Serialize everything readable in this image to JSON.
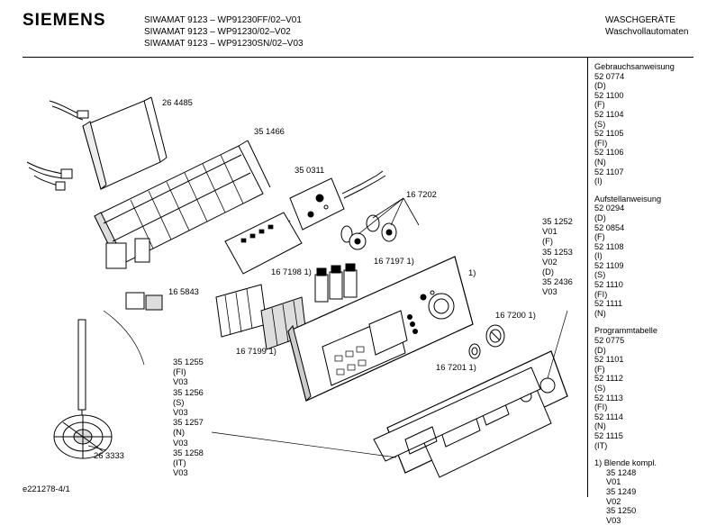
{
  "header": {
    "brand": "SIEMENS",
    "models": [
      "SIWAMAT 9123 – WP91230FF/02–V01",
      "SIWAMAT 9123 – WP91230/02–V02",
      "SIWAMAT 9123 – WP91230SN/02–V03"
    ],
    "category_1": "WASCHGERÄTE",
    "category_2": "Waschvollautomaten"
  },
  "sidebar": {
    "groups": [
      {
        "title": "Gebrauchsanweisung",
        "lines": [
          "52 0774",
          "(D)",
          "52 1100",
          "(F)",
          "52 1104",
          "(S)",
          "52 1105",
          "(FI)",
          "52 1106",
          "(N)",
          "52 1107",
          "(I)"
        ]
      },
      {
        "title": "Aufstellanweisung",
        "lines": [
          "52 0294",
          "(D)",
          "52 0854",
          "(F)",
          "52 1108",
          "(I)",
          "52 1109",
          "(S)",
          "52 1110",
          "(FI)",
          "52 1111",
          "(N)"
        ]
      },
      {
        "title": "Programmtabelle",
        "lines": [
          "52 0775",
          "(D)",
          "52 1101",
          "(F)",
          "52 1112",
          "(S)",
          "52 1113",
          "(FI)",
          "52 1114",
          "(N)",
          "52 1115",
          "(IT)"
        ]
      }
    ],
    "note_title": "1)  Blende kompl.",
    "note_lines": [
      "35 1248",
      "V01",
      "35 1249",
      "V02",
      "35 1250",
      "V03"
    ]
  },
  "parts": {
    "p264485": "26 4485",
    "p351466": "35 1466",
    "p350311": "35 0311",
    "p167202": "16 7202",
    "p167198": "16 7198 1)",
    "p167197": "16 7197 1)",
    "p165843": "16 5843",
    "p167199": "16 7199 1)",
    "p167200": "16 7200 1)",
    "p167201": "16 7201 1)",
    "p263333": "26 3333",
    "note1": "1)"
  },
  "stack_right": [
    "35 1252",
    "V01",
    "(F)",
    "35 1253",
    "V02",
    "(D)",
    "35 2436",
    "V03"
  ],
  "stack_left": [
    "35 1255",
    "(FI)",
    "V03",
    "35 1256",
    "(S)",
    "V03",
    "35 1257",
    "(N)",
    "V03",
    "35 1258",
    "(IT)",
    "V03"
  ],
  "footer": {
    "doc_id": "e221278-4/1"
  }
}
